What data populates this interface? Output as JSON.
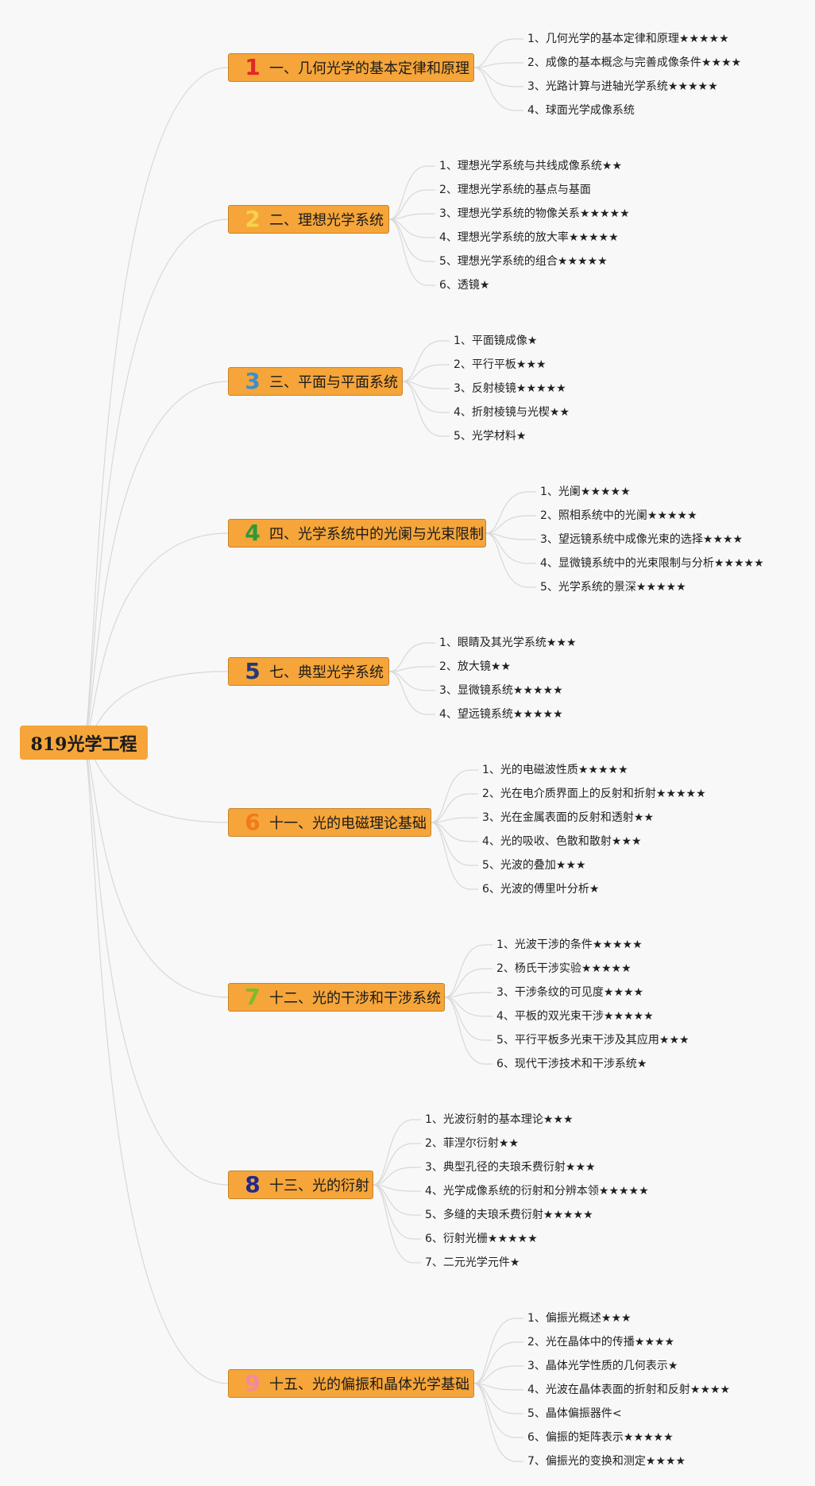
{
  "root": {
    "label": "819光学工程"
  },
  "colors": {
    "node_fill": "#f5a53a",
    "link": "#d8d8d8",
    "background": "#f8f8f8"
  },
  "topics": [
    {
      "num": "1",
      "num_color": "#e3262a",
      "label": "一、几何光学的基本定律和原理",
      "items": [
        "1、几何光学的基本定律和原理★★★★★",
        "2、成像的基本概念与完善成像条件★★★★",
        "3、光路计算与进轴光学系统★★★★★",
        "4、球面光学成像系统"
      ]
    },
    {
      "num": "2",
      "num_color": "#f7d24a",
      "label": "二、理想光学系统",
      "items": [
        "1、理想光学系统与共线成像系统★★",
        "2、理想光学系统的基点与基面",
        "3、理想光学系统的物像关系★★★★★",
        "4、理想光学系统的放大率★★★★★",
        "5、理想光学系统的组合★★★★★",
        "6、透镜★"
      ]
    },
    {
      "num": "3",
      "num_color": "#3a8fd0",
      "label": "三、平面与平面系统",
      "items": [
        "1、平面镜成像★",
        "2、平行平板★★★",
        "3、反射棱镜★★★★★",
        "4、折射棱镜与光楔★★",
        "5、光学材料★"
      ]
    },
    {
      "num": "4",
      "num_color": "#2c9a37",
      "label": "四、光学系统中的光阑与光束限制",
      "items": [
        "1、光阑★★★★★",
        "2、照相系统中的光阑★★★★★",
        "3、望远镜系统中成像光束的选择★★★★",
        "4、显微镜系统中的光束限制与分析★★★★★",
        "5、光学系统的景深★★★★★"
      ]
    },
    {
      "num": "5",
      "num_color": "#233a7a",
      "label": "七、典型光学系统",
      "items": [
        "1、眼睛及其光学系统★★★",
        "2、放大镜★★",
        "3、显微镜系统★★★★★",
        "4、望远镜系统★★★★★"
      ]
    },
    {
      "num": "6",
      "num_color": "#f07a1c",
      "label": "十一、光的电磁理论基础",
      "items": [
        "1、光的电磁波性质★★★★★",
        "2、光在电介质界面上的反射和折射★★★★★",
        "3、光在金属表面的反射和透射★★",
        "4、光的吸收、色散和散射★★★",
        "5、光波的叠加★★★",
        "6、光波的傅里叶分析★"
      ]
    },
    {
      "num": "7",
      "num_color": "#7dbb2c",
      "label": "十二、光的干涉和干涉系统",
      "items": [
        "1、光波干涉的条件★★★★★",
        "2、杨氏干涉实验★★★★★",
        "3、干涉条纹的可见度★★★★",
        "4、平板的双光束干涉★★★★★",
        "5、平行平板多光束干涉及其应用★★★",
        "6、现代干涉技术和干涉系统★"
      ]
    },
    {
      "num": "8",
      "num_color": "#1f2a8a",
      "label": "十三、光的衍射",
      "items": [
        "1、光波衍射的基本理论★★★",
        "2、菲涅尔衍射★★",
        "3、典型孔径的夫琅禾费衍射★★★",
        "4、光学成像系统的衍射和分辨本领★★★★★",
        "5、多缝的夫琅禾费衍射★★★★★",
        "6、衍射光栅★★★★★",
        "7、二元光学元件★"
      ]
    },
    {
      "num": "9",
      "num_color": "#f08aa0",
      "label": "十五、光的偏振和晶体光学基础",
      "items": [
        "1、偏振光概述★★★",
        "2、光在晶体中的传播★★★★",
        "3、晶体光学性质的几何表示★",
        "4、光波在晶体表面的折射和反射★★★★",
        "5、晶体偏振器件<",
        "6、偏振的矩阵表示★★★★★",
        "7、偏振光的变换和测定★★★★"
      ]
    }
  ]
}
